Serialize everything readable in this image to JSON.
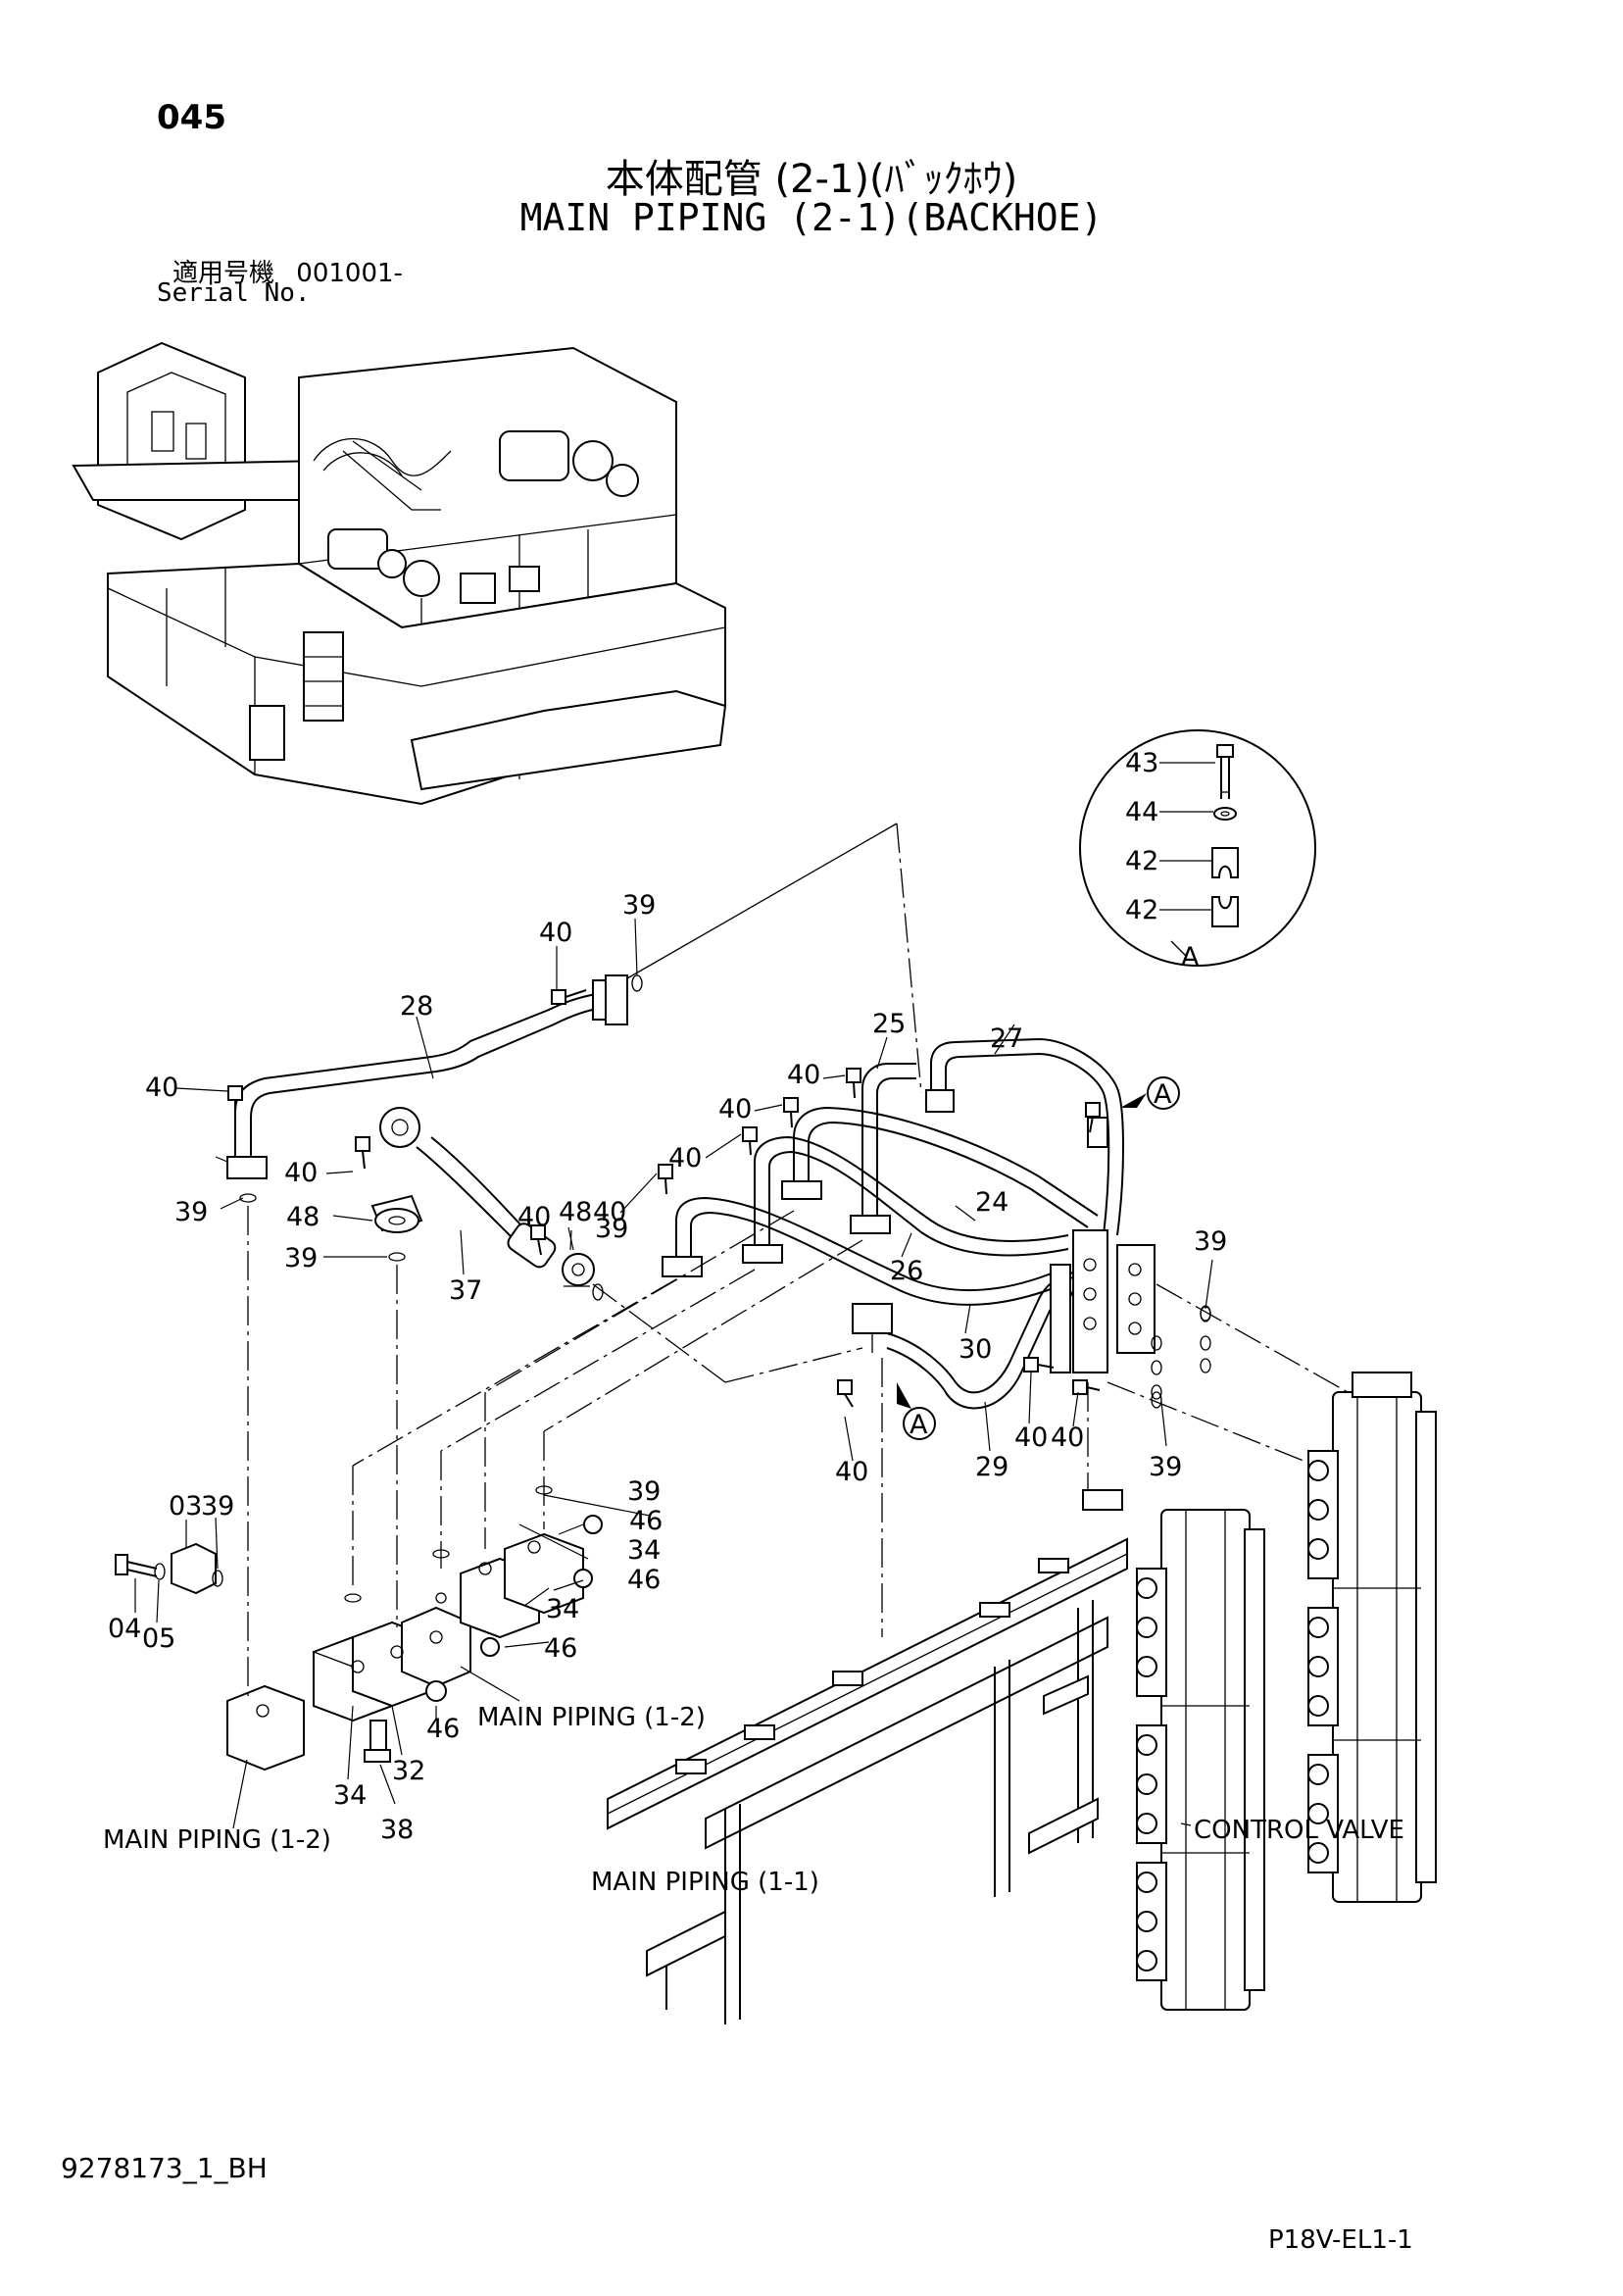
{
  "header": {
    "page_number": "045",
    "title_jp": "本体配管 (2-1)(ﾊﾞｯｸﾎｳ)",
    "title_en": "MAIN PIPING (2-1)(BACKHOE)",
    "serial_label_jp": "適用号機",
    "serial_value": "001001-",
    "serial_label_en": "Serial No."
  },
  "detail_view": {
    "label": "A",
    "parts": [
      "43",
      "44",
      "42",
      "42"
    ]
  },
  "callouts": {
    "p28": "28",
    "p27": "27",
    "p25": "25",
    "p24": "24",
    "p26": "26",
    "p30": "30",
    "p29": "29",
    "p37": "37",
    "p48": "48",
    "p03": "03",
    "p04": "04",
    "p05": "05",
    "p32": "32",
    "p34": "34",
    "p38": "38",
    "p46": "46",
    "p39": "39",
    "p40": "40",
    "ref_a": "A"
  },
  "references": {
    "main_piping_1_2": "MAIN PIPING (1-2)",
    "main_piping_1_1": "MAIN PIPING (1-1)",
    "control_valve": "CONTROL VALVE"
  },
  "footer": {
    "document_code": "9278173_1_BH",
    "sheet_code": "P18V-EL1-1"
  }
}
